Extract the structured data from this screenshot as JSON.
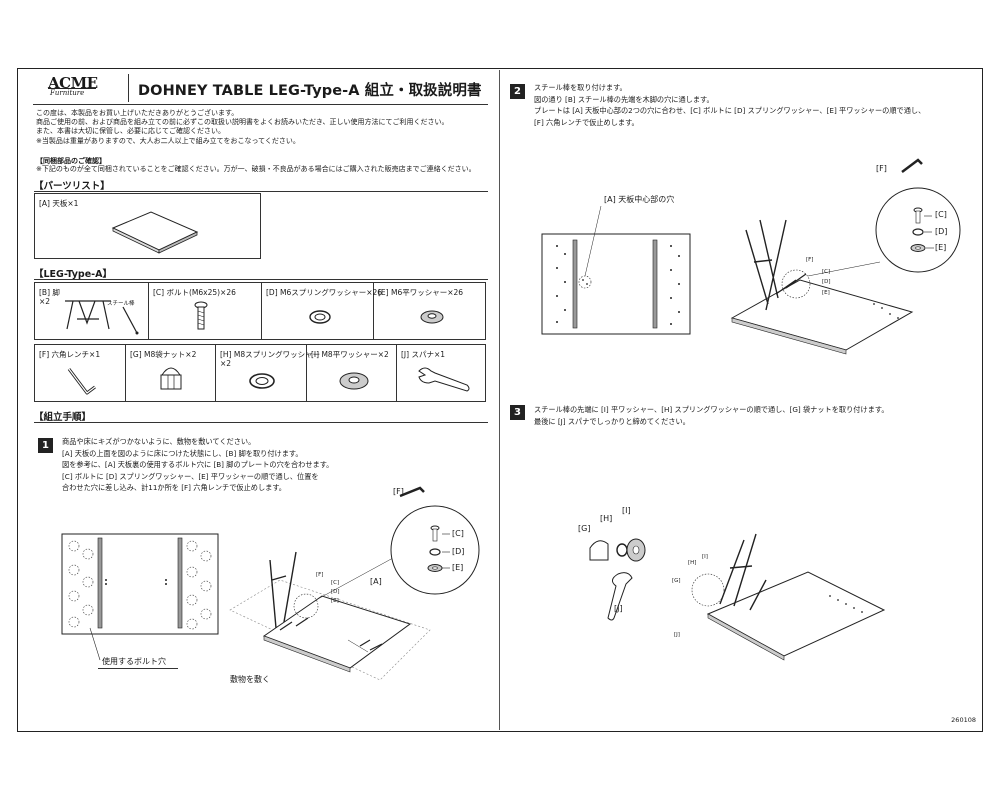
{
  "brand": {
    "name": "ACME",
    "sub": "Furniture"
  },
  "title": "DOHNEY TABLE LEG-Type-A  組立・取扱説明書",
  "intro": [
    "この度は、本製品をお買い上げいただきありがとうございます。",
    "商品ご使用の前、および商品を組み立ての前に必ずこの取扱い説明書をよくお読みいただき、正しい使用方法にてご利用ください。",
    "また、本書は大切に保管し、必要に応じてご確認ください。",
    "※当製品は重量がありますので、大人お二人以上で組み立てをおこなってください。"
  ],
  "bundled": {
    "heading": "【同梱部品のご確認】",
    "text": "※下記のものが全て同梱されていることをご確認ください。万が一、破損・不良品がある場合にはご購入された販売店までご連絡ください。"
  },
  "parts_list": {
    "heading": "【パーツリスト】",
    "a_label": "[A] 天板×1"
  },
  "leg_type": {
    "heading": "【LEG-Type-A】",
    "row1": [
      {
        "label": "[B] 脚",
        "qty": "×2",
        "note": "スチール棒",
        "icon": "leg-frame-icon"
      },
      {
        "label": "[C] ボルト(M6x25)×26",
        "icon": "bolt-icon"
      },
      {
        "label": "[D] M6スプリングワッシャー×26",
        "icon": "spring-washer-icon"
      },
      {
        "label": "[E] M6平ワッシャー×26",
        "icon": "flat-washer-icon"
      }
    ],
    "row2": [
      {
        "label": "[F] 六角レンチ×1",
        "icon": "hex-wrench-icon"
      },
      {
        "label": "[G] M8袋ナット×2",
        "icon": "cap-nut-icon"
      },
      {
        "label": "[H] M8スプリングワッシャー",
        "qty": "×2",
        "icon": "spring-washer-icon"
      },
      {
        "label": "[I] M8平ワッシャー×2",
        "icon": "flat-washer-icon"
      },
      {
        "label": "[J] スパナ×1",
        "icon": "spanner-icon"
      }
    ]
  },
  "assembly": {
    "heading": "【組立手順】",
    "steps": [
      {
        "num": "1",
        "lines": [
          "商品や床にキズがつかないように、敷物を敷いてください。",
          "[A] 天板の上面を図のように床につけた状態にし、[B] 脚を取り付けます。",
          "図を参考に、[A] 天板裏の使用するボルト穴に [B] 脚のプレートの穴を合わせます。",
          "[C] ボルトに [D] スプリングワッシャー、[E] 平ワッシャーの順で通し、位置を",
          "合わせた穴に差し込み、計11か所を [F] 六角レンチで仮止めします。"
        ],
        "callouts": {
          "bolt_holes": "使用するボルト穴",
          "mat": "敷物を敷く",
          "A": "[A]",
          "F": "[F]",
          "C": "[C]",
          "D": "[D]",
          "E": "[E]"
        }
      },
      {
        "num": "2",
        "lines": [
          "スチール棒を取り付けます。",
          "図の通り [B] スチール棒の先端を木脚の穴に通します。",
          "プレートは [A] 天板中心部の2つの穴に合わせ、[C] ボルトに [D] スプリングワッシャー、[E] 平ワッシャーの順で通し、",
          "[F] 六角レンチで仮止めします。"
        ],
        "callouts": {
          "center_holes": "[A] 天板中心部の穴",
          "F": "[F]",
          "C": "[C]",
          "D": "[D]",
          "E": "[E]"
        }
      },
      {
        "num": "3",
        "lines": [
          "スチール棒の先端に [I] 平ワッシャー、[H] スプリングワッシャーの順で通し、[G] 袋ナットを取り付けます。",
          "最後に [J] スパナでしっかりと締めてください。"
        ],
        "callouts": {
          "G": "[G]",
          "H": "[H]",
          "I": "[I]",
          "J": "[J]"
        }
      }
    ]
  },
  "doc_code": "260108"
}
